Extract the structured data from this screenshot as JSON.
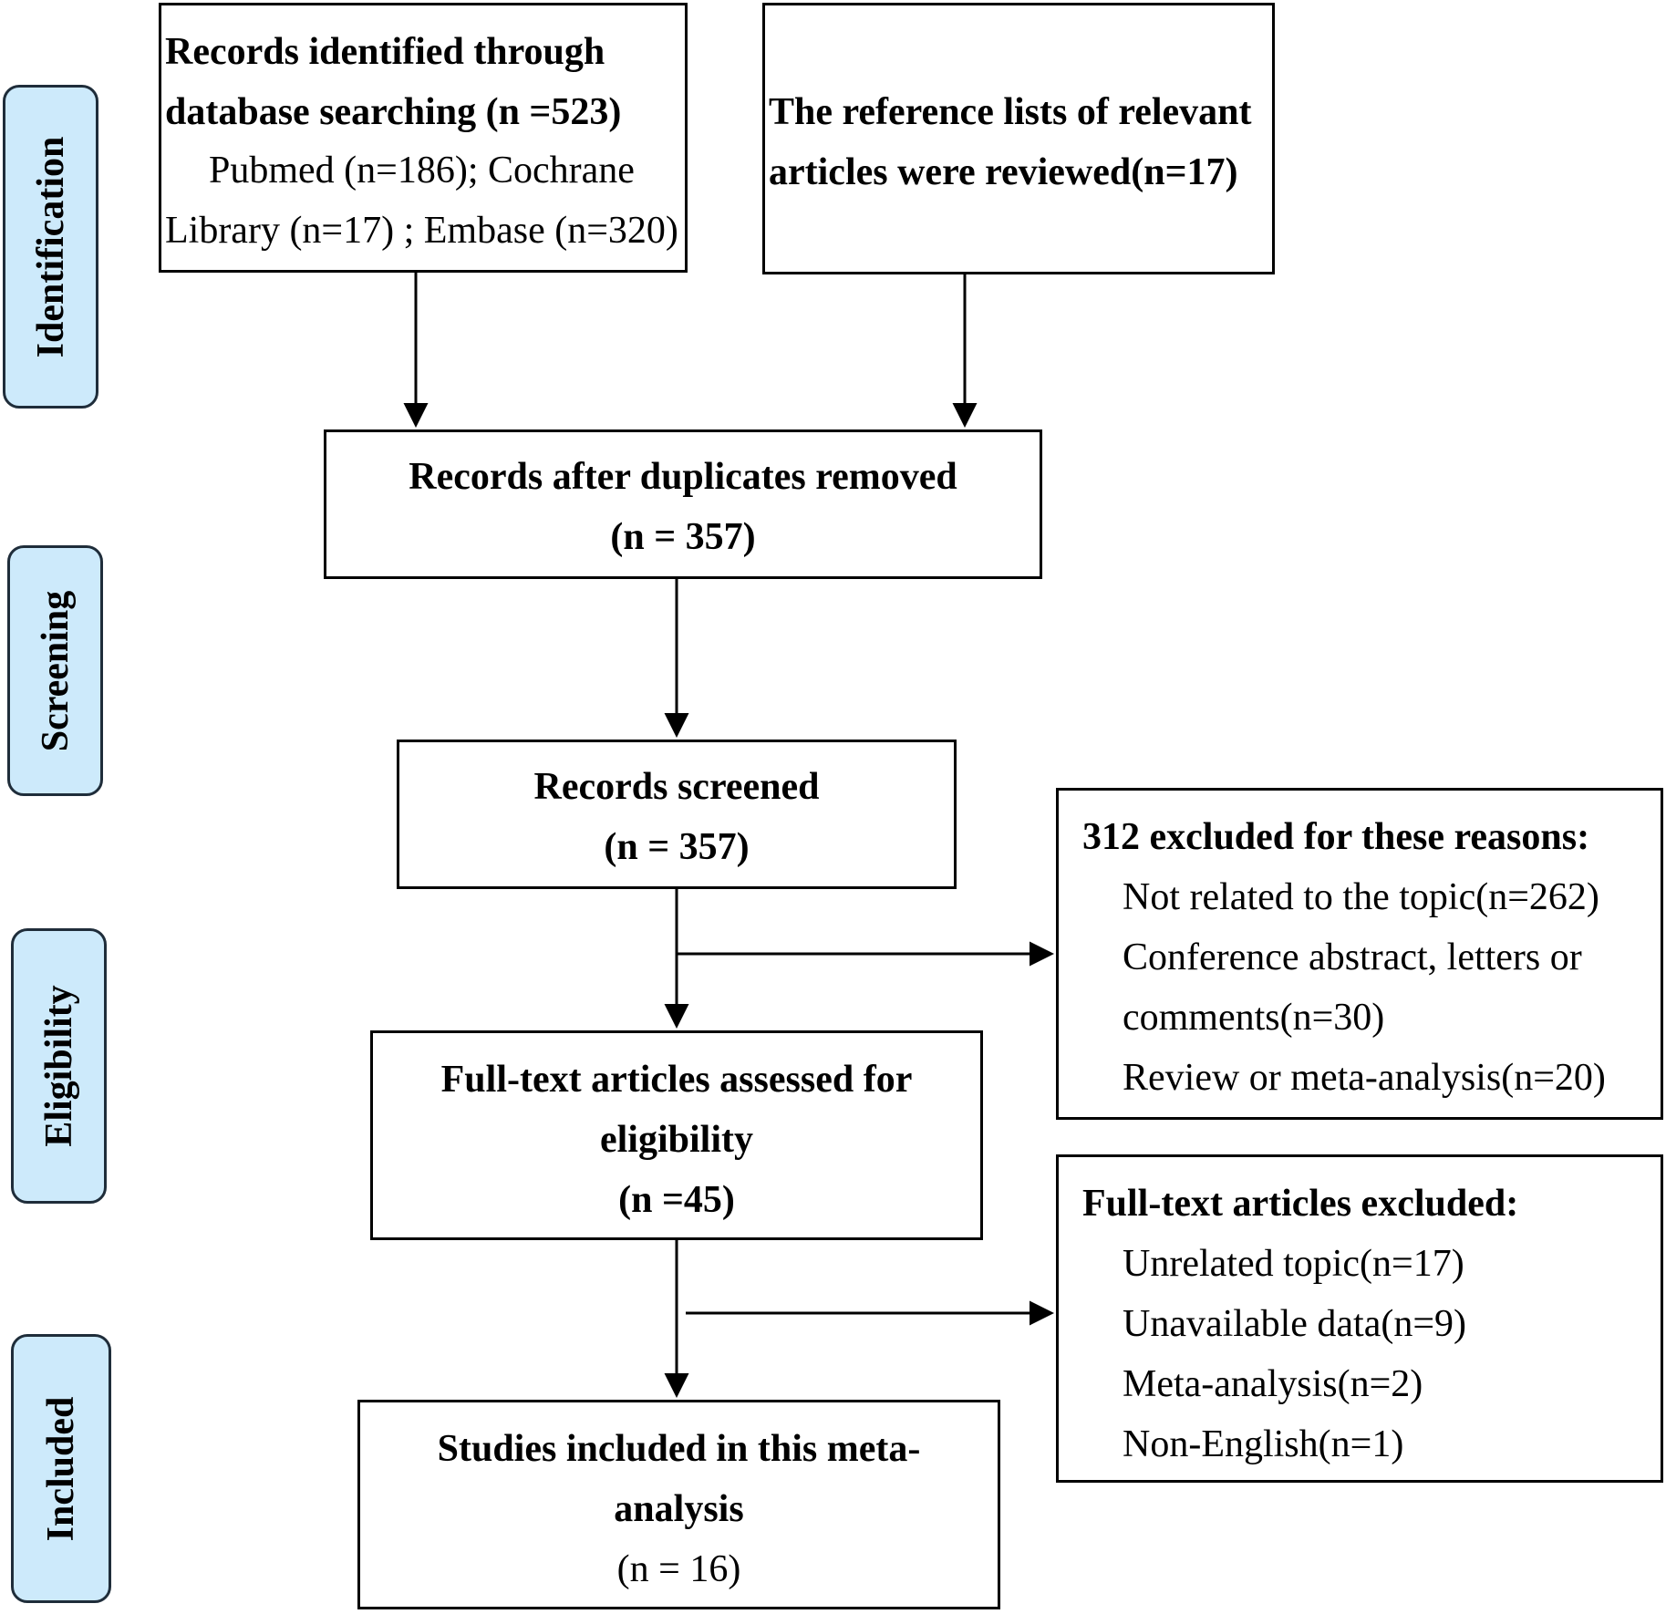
{
  "stages": {
    "identification": "Identification",
    "screening": "Screening",
    "eligibility": "Eligibility",
    "included": "Included"
  },
  "boxes": {
    "database_search": {
      "title_line1": "Records identified through",
      "title_line2": "database searching (n =523)",
      "detail_line1": "Pubmed (n=186); Cochrane",
      "detail_line2": "Library (n=17) ; Embase (n=320)"
    },
    "reference_lists": {
      "line1": "The reference lists of relevant",
      "line2": "articles were reviewed(n=17)"
    },
    "duplicates_removed": {
      "line1": "Records after duplicates removed",
      "line2": "(n = 357)"
    },
    "records_screened": {
      "line1": "Records screened",
      "line2": "(n = 357)"
    },
    "excluded_screening": {
      "title": "312 excluded for these reasons:",
      "reasons": [
        "Not related to the topic(n=262)",
        "Conference abstract, letters or",
        "comments(n=30)",
        "Review or meta-analysis(n=20)"
      ]
    },
    "full_text_assessed": {
      "line1": "Full-text articles assessed for",
      "line2": "eligibility",
      "line3": "(n =45)"
    },
    "full_text_excluded": {
      "title": "Full-text articles excluded:",
      "reasons": [
        "Unrelated topic(n=17)",
        "Unavailable data(n=9)",
        "Meta-analysis(n=2)",
        "Non-English(n=1)"
      ]
    },
    "studies_included": {
      "line1": "Studies included in this meta-",
      "line2": "analysis",
      "line3": "(n = 16)"
    }
  }
}
